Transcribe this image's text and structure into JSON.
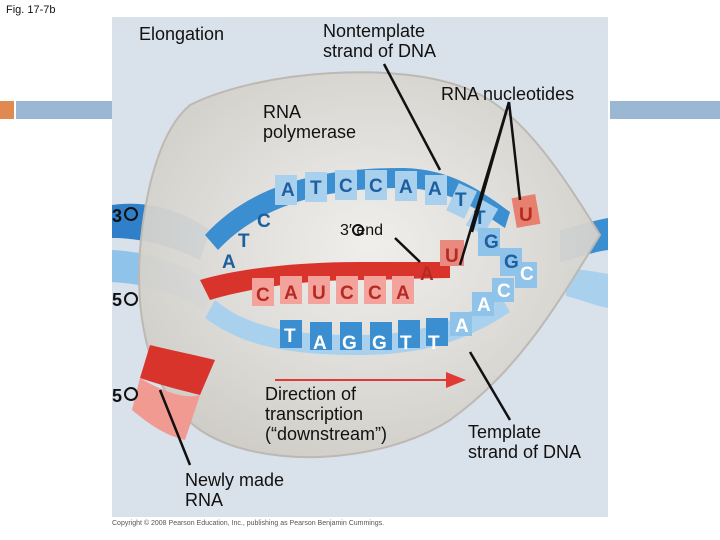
{
  "figure": {
    "label": "Fig. 17-7b"
  },
  "labels": {
    "elongation": "Elongation",
    "nontemplate_line1": "Nontemplate",
    "nontemplate_line2": "strand of DNA",
    "rna_nucleotides": "RNA nucleotides",
    "rna_polymerase_line1": "RNA",
    "rna_polymerase_line2": "polymerase",
    "three_prime_end": "3′ end",
    "direction_line1": "Direction of",
    "direction_line2": "transcription",
    "direction_line3": "(“downstream”)",
    "template_line1": "Template",
    "template_line2": "strand of DNA",
    "newly_made_line1": "Newly made",
    "newly_made_line2": "RNA",
    "end_3_left": "3",
    "end_5_mid": "5",
    "end_5_low": "5",
    "copyright": "Copyright © 2008 Pearson Education, Inc., publishing as Pearson Benjamin Cummings."
  },
  "bases": {
    "nontemplate_top": [
      "A",
      "T",
      "C",
      "C",
      "A",
      "A",
      "T",
      "T"
    ],
    "nontemplate_left": [
      "C",
      "T",
      "A"
    ],
    "rna_row": [
      "C",
      "A",
      "U",
      "C",
      "C",
      "A"
    ],
    "template_row": [
      "T",
      "A",
      "G",
      "G",
      "T",
      "T"
    ],
    "incoming": [
      "U",
      "U",
      "A",
      "G",
      "G",
      "C",
      "C",
      "A",
      "A"
    ]
  },
  "colors": {
    "rna": "#d8342c",
    "dna_nontemplate": "#3b8ed0",
    "dna_template": "#a9d1ee",
    "bubble": "#ece9e4",
    "arrow": "#e03a36"
  }
}
